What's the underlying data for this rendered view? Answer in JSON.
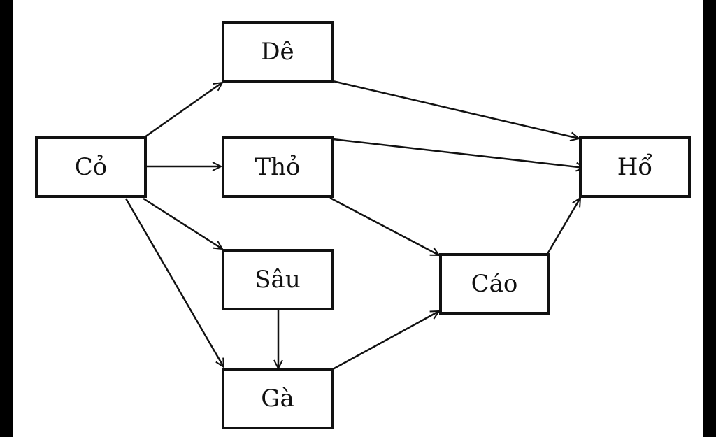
{
  "diagram": {
    "colors": {
      "stroke": "#111111",
      "node_fill": "#ffffff",
      "page_background": "#ffffff",
      "frame": "#000000"
    },
    "nodes": [
      {
        "id": "co",
        "label": "Cỏ"
      },
      {
        "id": "de",
        "label": "Dê"
      },
      {
        "id": "tho",
        "label": "Thỏ"
      },
      {
        "id": "sau",
        "label": "Sâu"
      },
      {
        "id": "ga",
        "label": "Gà"
      },
      {
        "id": "cao",
        "label": "Cáo"
      },
      {
        "id": "ho",
        "label": "Hổ"
      }
    ],
    "edges": [
      {
        "from": "co",
        "to": "de"
      },
      {
        "from": "co",
        "to": "tho"
      },
      {
        "from": "co",
        "to": "sau"
      },
      {
        "from": "co",
        "to": "ga"
      },
      {
        "from": "de",
        "to": "ho"
      },
      {
        "from": "tho",
        "to": "ho"
      },
      {
        "from": "tho",
        "to": "cao"
      },
      {
        "from": "sau",
        "to": "ga"
      },
      {
        "from": "ga",
        "to": "cao"
      },
      {
        "from": "cao",
        "to": "ho"
      }
    ]
  }
}
